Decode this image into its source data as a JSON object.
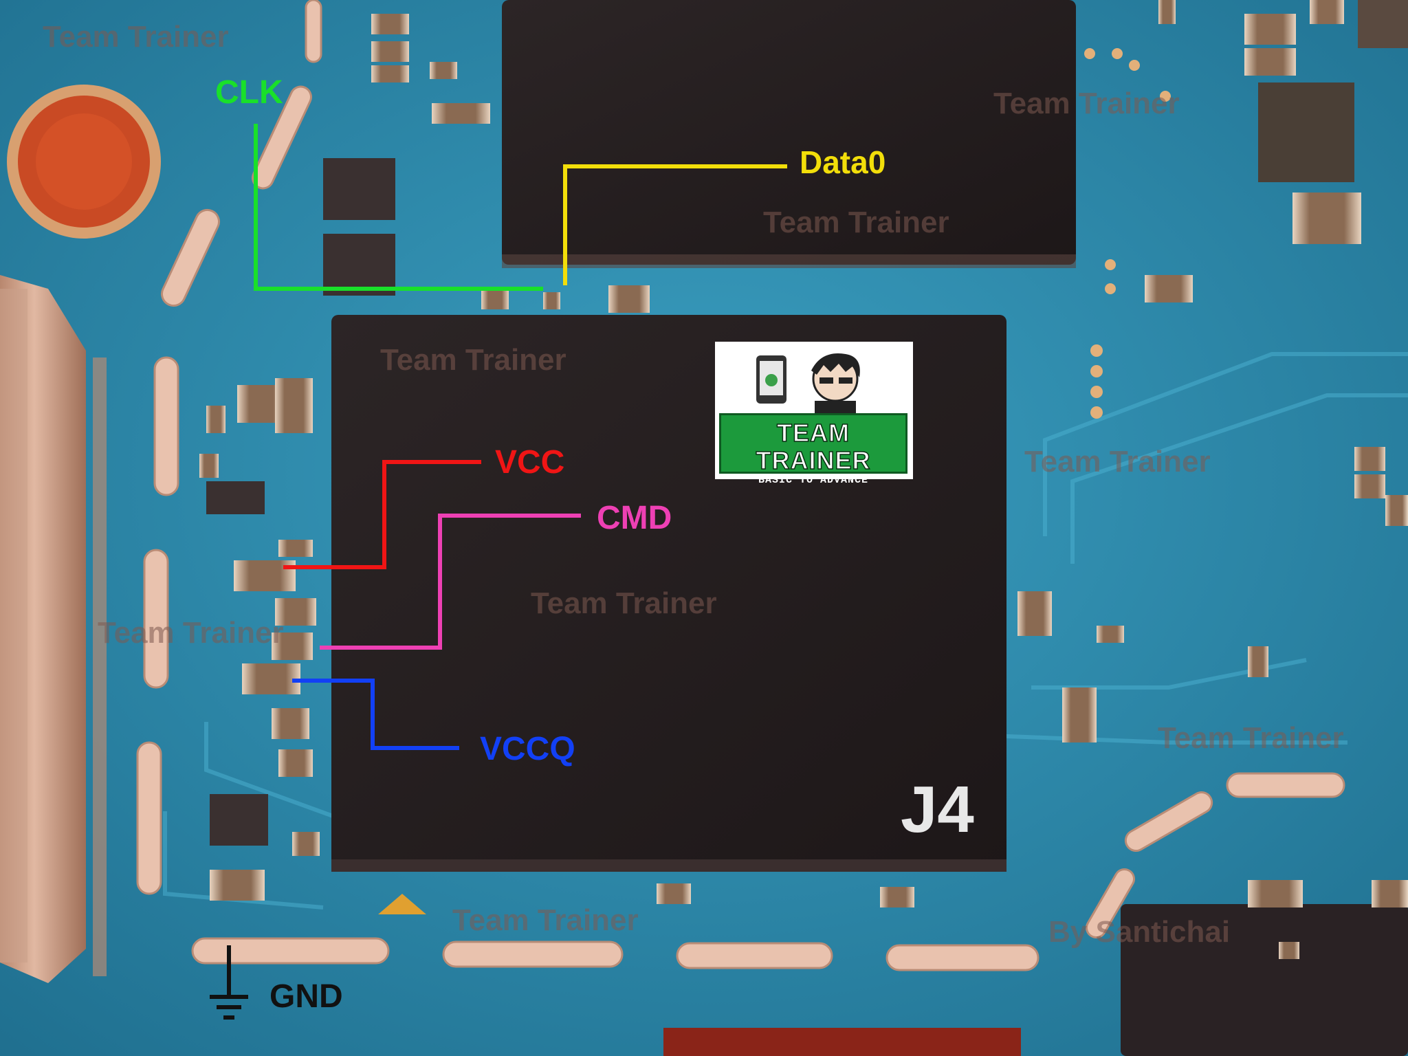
{
  "image": {
    "subject": "Phone logic board, eMMC area",
    "labels": {
      "clk": "CLK",
      "data0": "Data0",
      "vcc": "VCC",
      "cmd": "CMD",
      "vccq": "VCCQ",
      "gnd": "GND",
      "board_id": "J4"
    },
    "watermark": "Team Trainer",
    "credit": "By Santichai",
    "logo": {
      "title": "TEAM TRAINER",
      "subtitle": "BASIC TO ADVANCE"
    },
    "colors": {
      "clk": "#19e02a",
      "data0": "#f2de0a",
      "vcc": "#f01515",
      "cmd": "#ee40b4",
      "vccq": "#1240f5",
      "gnd": "#111111",
      "board_id": "#e8e8e8",
      "pcb": "#2f8fb0"
    }
  }
}
